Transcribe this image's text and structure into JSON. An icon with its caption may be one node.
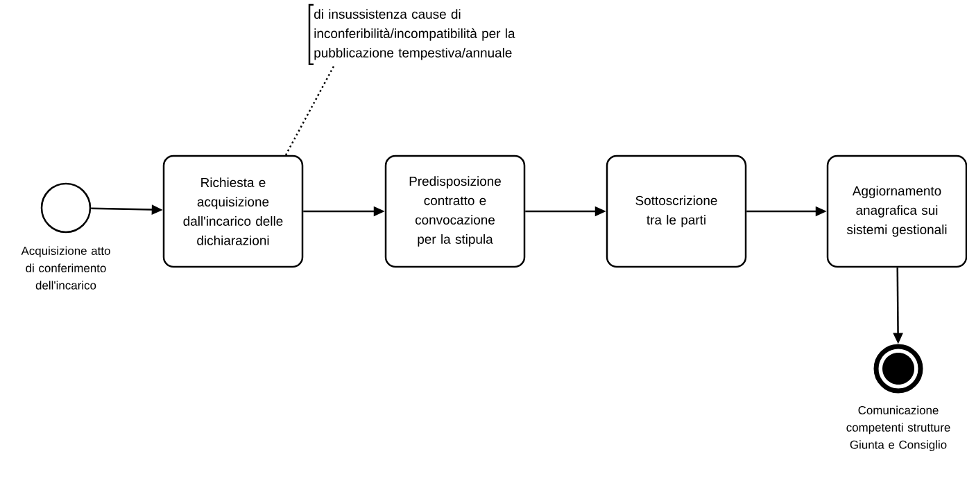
{
  "diagram": {
    "nodes": [
      {
        "text": [],
        "shape": "circle",
        "beside": [
          "Acquisizione atto di conferimento dell'incarico"
        ]
      },
      {
        "text": [
          "Richiesta e acquisizione dall'incarico delle dichiarazioni"
        ]
      },
      {
        "text": [
          "Predisposizione contratto e convocazione per la stipula"
        ]
      },
      {
        "text": [
          "Sottoscrizione tra le parti"
        ]
      },
      {
        "text": [
          "Aggiornamento anagrafica sui sistemi gestionali"
        ]
      },
      {
        "text": [],
        "shape": "circle",
        "beside": [
          "Comunicazione competenti strutture Giunta e Consiglio"
        ]
      },
      {
        "text": [
          "di insussistenza cause di inconferibilità/incompatibilità per la pubblicazione tempestiva/annuale"
        ]
      }
    ],
    "edges": [
      {
        "from": 0,
        "to": 1,
        "arrow": "to"
      },
      {
        "from": 1,
        "to": 2,
        "arrow": "to"
      },
      {
        "from": 2,
        "to": 3,
        "arrow": "to"
      },
      {
        "from": 3,
        "to": 4,
        "arrow": "to"
      },
      {
        "from": 4,
        "to": 5,
        "arrow": "to"
      },
      {
        "from": 6,
        "to": 1,
        "arrow": "none",
        "style": "dashed"
      }
    ]
  }
}
